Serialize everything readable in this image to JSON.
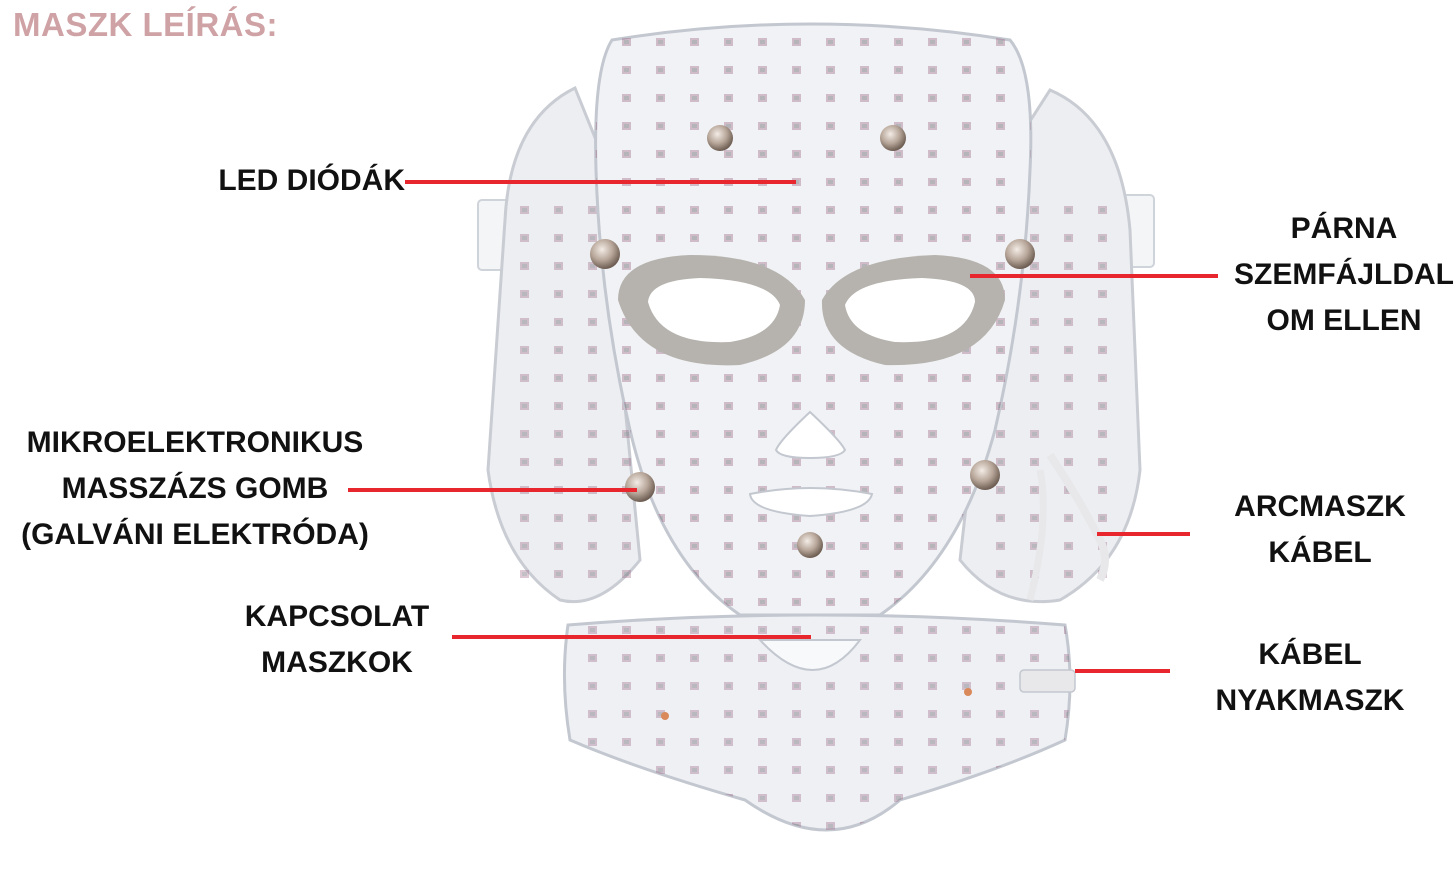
{
  "title": "MASZK LEÍRÁS:",
  "colors": {
    "title": "#cfa2a6",
    "label_text": "#111111",
    "leader_line": "#e8262e",
    "mask_body": "#eef0f4",
    "eye_pad": "#b6b3ae",
    "led": "#8e4a6e",
    "electrode": "#b8a79a"
  },
  "labels": {
    "led": [
      "LED DIÓDÁK"
    ],
    "pad": [
      "PÁRNA",
      "SZEMFÁJLDAL",
      "OM ELLEN"
    ],
    "button": [
      "MIKROELEKTRONIKUS",
      "MASSZÁZS GOMB",
      "(GALVÁNI ELEKTRÓDA)"
    ],
    "face_cable": [
      "ARCMASZK",
      "KÁBEL"
    ],
    "connection": [
      "KAPCSOLAT",
      "MASZKOK"
    ],
    "neck_cable": [
      "KÁBEL",
      "NYAKMASZK"
    ]
  },
  "icons": [
    "led-mask-illustration",
    "neck-mask-illustration",
    "electrode-icon"
  ]
}
